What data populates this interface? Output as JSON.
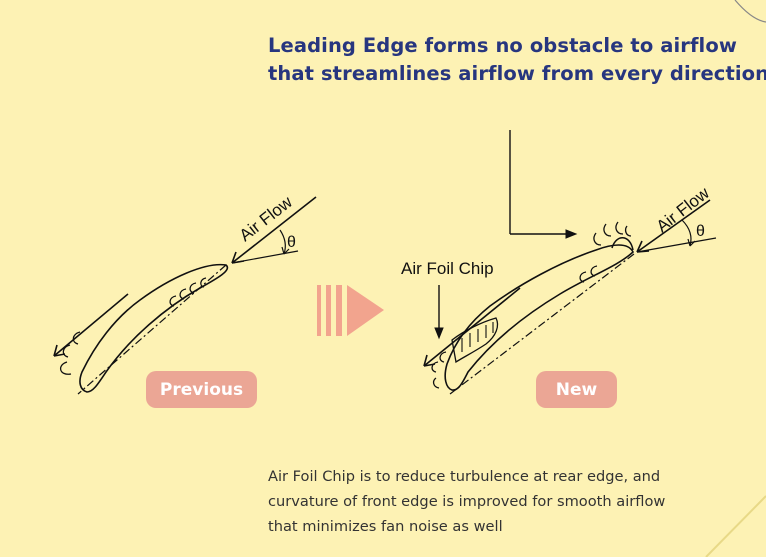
{
  "headline": {
    "line1": "Leading Edge forms no obstacle to airflow",
    "line2": "that streamlines airflow from every direction"
  },
  "previous_diagram": {
    "label": "Previous",
    "airflow_label": "Air Flow",
    "angle_symbol": "θ"
  },
  "new_diagram": {
    "label": "New",
    "airflow_label": "Air Flow",
    "angle_symbol": "θ",
    "chip_label": "Air Foil Chip"
  },
  "description": {
    "lines": [
      "Air Foil Chip is to reduce turbulence at rear edge, and",
      "curvature of front edge is improved for smooth airflow",
      "that minimizes fan noise as well"
    ]
  },
  "colors": {
    "background": "#fdf2b4",
    "headline": "#27367f",
    "pill": "#eba695",
    "arrow": "#f2a48e"
  }
}
